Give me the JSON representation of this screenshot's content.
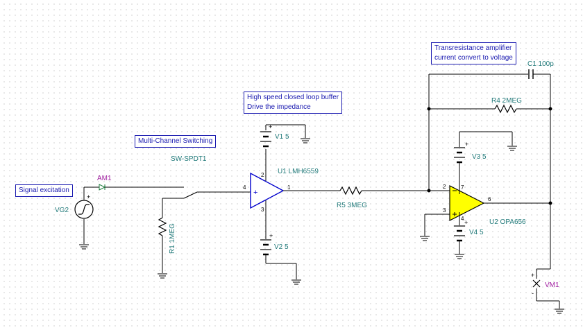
{
  "notes": {
    "signal": "Signal excitation",
    "switching": "Multi-Channel Switching",
    "buffer_line1": "High speed closed loop buffer",
    "buffer_line2": "Drive the impedance",
    "tia_line1": "Transresistance amplifier",
    "tia_line2": "current convert to voltage"
  },
  "components": {
    "vg2": "VG2",
    "am1": "AM1",
    "sw": "SW-SPDT1",
    "r1": "R1 1MEG",
    "v1": "V1 5",
    "v2": "V2 5",
    "u1": "U1 LMH6559",
    "r5": "R5 3MEG",
    "c1": "C1 100p",
    "r4": "R4 2MEG",
    "v3": "V3 5",
    "v4": "V4 5",
    "u2": "U2 OPA656",
    "vm1": "VM1"
  },
  "pins": {
    "u1_in": "4",
    "u1_out": "1",
    "u1_sup_top": "2",
    "u1_sup_bot": "3",
    "u2_inv": "2",
    "u2_noninv": "3",
    "u2_out": "6",
    "u2_sup_top": "7",
    "u2_sup_bot": "4"
  },
  "colors": {
    "wire": "#000000",
    "label": "#237b7b",
    "note_border": "#1a1ab0",
    "meter_label": "#a020a0",
    "opamp_u1": "#0000cc",
    "opamp_u2_fill": "#ffff00"
  }
}
